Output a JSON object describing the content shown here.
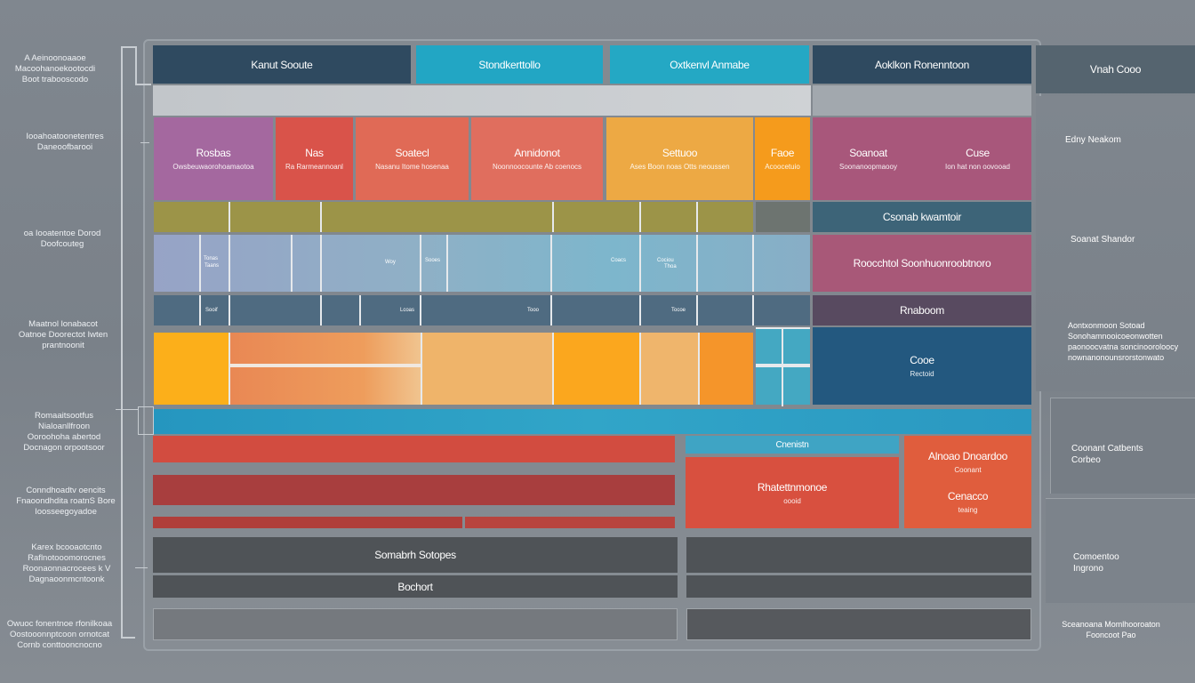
{
  "header": {
    "col1": "Kanut Sooute",
    "col2": "Stondkerttollo",
    "col3": "Oxtkenvl Anmabe",
    "col4": "Aoklkon Ronenntoon",
    "col5": "Vnah Cooo"
  },
  "row_cards": [
    {
      "title": "Rosbas",
      "sub": "Owsbeuwaorohoamaotoa"
    },
    {
      "title": "Nas",
      "sub": "Ra Rarmeannoanl"
    },
    {
      "title": "Soatecl",
      "sub": "Nasanu Itome hosenaa"
    },
    {
      "title": "Annidonot",
      "sub": "Noonnoocounte Ab coenocs"
    },
    {
      "title": "Settuoo",
      "sub": "Ases Boon noas Otts neoussen"
    },
    {
      "title": "Faoe",
      "sub": "Acoocetuio"
    },
    {
      "title": "Soanoat",
      "sub": "Soonanoopmaooy"
    },
    {
      "title": "Cuse",
      "sub": "Ion hat non oovooad"
    }
  ],
  "right_blocks": {
    "olive_label": "Csonab kwamtoir",
    "pink_label": "Roocchtol Soonhuonroobtnoro",
    "dark_label": "Rnaboom",
    "blue_title": "Cooe",
    "blue_sub": "Rectoid"
  },
  "grid_cell_labels": [
    "Tonas",
    "Taans",
    "Woy",
    "Sooes",
    "Coacs",
    "Cociou",
    "Thoa",
    "Sooif",
    "Lcoas",
    "Tooo",
    "Tocoe"
  ],
  "lower": {
    "teal_label": "Cnenistn",
    "red_title": "Rhatettnmonoe",
    "red_sub": "oooid",
    "orange_title": "Alnoao Dnoardoo",
    "orange_sub": "Coonant",
    "orange_title2": "Cenacco",
    "orange_sub2": "teaing",
    "dark1": "Somabrh Sotopes",
    "dark2": "Bochort"
  },
  "right_column": [
    "Edny Neakom",
    "Soanat Shandor",
    "Aontxonmoon Sotoad Sonohamnooicoeonwotten paonoocvatna soncinooroloocy nownanonounsrorstonwato",
    "Coonant Catbents Corbeo",
    "Comoentoo Ingrono",
    "Sceanoana Momlhooroaton Fooncoot Pao"
  ],
  "left_labels": [
    "A Aeinoonoaaoe Macoohanoekootocdi Boot trabooscodo",
    "Iooahoatoonetentres Daneoofbarooi",
    "oa Iooatentoe Dorod Doofcouteg",
    "Maatnol lonabacot Oatnoe Doorectot Iwten prantnoonit",
    "Romaaitsootfus Nialoanllfroon Ooroohoha abertod Docnagon orpootsoor",
    "Conndhoadtv oencits Fnaoondhdita roatnS Bore Ioosseegoyadoe",
    "Karex bcooaotcnto Raflnotooomorocnes Roonaonnacrocees k V Dagnaoonmcntoonk",
    "Owuoc fonentnoe rfonilkoaa Oostooonnptcoon ornotcat Cornb conttooncnocno"
  ]
}
